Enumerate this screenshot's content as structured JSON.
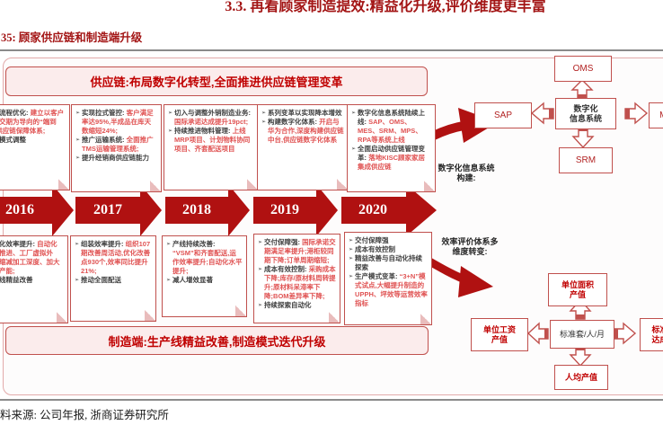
{
  "page": {
    "title": "3.3. 再看顾家制造提效:精益化升级,评价维度更丰富",
    "figure_caption": "35: 顾家供应链和制造端升级",
    "source": "料来源: 公司年报, 浙商证券研究所"
  },
  "banners": {
    "supply_chain": "供应链:布局数字化转型,全面推进供应链管理变革",
    "manufacturing": "制造端:生产线精益改善,制造模式迭代升级"
  },
  "timeline": {
    "years": [
      "2016",
      "2017",
      "2018",
      "2019",
      "2020"
    ]
  },
  "supply_boxes": [
    {
      "items": [
        {
          "head": "订单流程优化:",
          "body": "建立以客户需求交期为导向的“端到端”供应链保障体系;"
        },
        {
          "head": "业务模式调整",
          "body": ""
        }
      ]
    },
    {
      "items": [
        {
          "head": "实现拉式管控:",
          "body": "客户满足率达95%,半成品在库天数缩短24%;"
        },
        {
          "head": "推广运输系统:",
          "body": "全面推广TMS运输管理系统;"
        },
        {
          "head": "提升经销商供应链能力",
          "body": ""
        }
      ]
    },
    {
      "items": [
        {
          "head": "切入与调整外销制造业务:",
          "body": "国际承诺达成提升19pct;"
        },
        {
          "head": "持续推进物料管理:",
          "body": "上线MRP项目、计划物料协同项目、齐套配送项目"
        }
      ]
    },
    {
      "items": [
        {
          "head": "系列变革以实现降本增效",
          "body": ""
        },
        {
          "head": "构建数字化体系:",
          "body": "开启与华为合作,深度构建供应链中台,供应链数字化体系"
        }
      ]
    },
    {
      "items": [
        {
          "head": "数字化信息系统陆续上线:",
          "body": "SAP、OMS、MES、SRM、MPS、RPA等系统上线"
        },
        {
          "head": "全面启动供应链管理变革:",
          "body": "落地KISC顾家家居集成供应链"
        }
      ]
    }
  ],
  "mfg_boxes": [
    {
      "items": [
        {
          "head": "结构化效率提升:",
          "body": "自动化设备推进、工厂虚拟外包、缩减加工深度、加大外协产能;"
        },
        {
          "head": "生产线精益改善",
          "body": ""
        }
      ]
    },
    {
      "items": [
        {
          "head": "组装效率提升:",
          "body": "组织107期改善周活动,优化改善点930个,效率同比提升21%;"
        },
        {
          "head": "推动全面配送",
          "body": ""
        }
      ]
    },
    {
      "items": [
        {
          "head": "产线持续改善:",
          "body": "“VSM”和齐套配送,运作效率提升;自动化水平提升;"
        },
        {
          "head": "减人增效显著",
          "body": ""
        }
      ]
    },
    {
      "items": [
        {
          "head": "交付保障强:",
          "body": "国际承诺交期满足率提升;港柜较同期下降;订单周期缩短;"
        },
        {
          "head": "成本有效控制:",
          "body": "采购成本下降;库存/原材料周转提升;原材料呆滞率下降;BOM差异率下降;"
        },
        {
          "head": "持续探索自动化",
          "body": ""
        }
      ]
    },
    {
      "items": [
        {
          "head": "交付保障强",
          "body": ""
        },
        {
          "head": "成本有效控制",
          "body": ""
        },
        {
          "head": "精益改善与自动化持续探索",
          "body": ""
        },
        {
          "head": "生产模式变革:",
          "body": "“3+N”模式试点,大幅提升制造的UPPH、坪效等运营效率指标"
        }
      ]
    }
  ],
  "digital_cluster": {
    "label_line1": "数字化信息系统",
    "label_line2": "构建:",
    "center_line1": "数字化",
    "center_line2": "信息系统",
    "top": "OMS",
    "left": "SAP",
    "bottom": "SRM",
    "right": "MES"
  },
  "efficiency_cluster": {
    "label_line1": "效率评价体系多",
    "label_line2": "维度转变:",
    "center": "标准套/人/月",
    "top_line1": "单位面积",
    "top_line2": "产值",
    "left_line1": "单位工资",
    "left_line2": "产值",
    "right_line1": "标准套",
    "right_line2": "达成率",
    "bottom": "人均产值"
  },
  "colors": {
    "accent_dark_red": "#b01111",
    "title_red": "#a31515",
    "box_border_red": "#c0504d",
    "content_red": "#e05454",
    "banner_bg": "#fbecec"
  }
}
